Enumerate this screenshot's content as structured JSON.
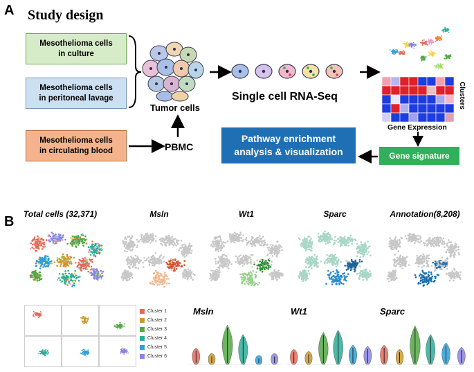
{
  "panelA": {
    "letter": "A",
    "title": "Study design",
    "boxes": {
      "culture": "Mesothelioma cells\nin culture",
      "lavage": "Mesothelioma cells\nin peritoneal lavage",
      "blood": "Mesothelioma cells\nin circulating blood"
    },
    "tumor_cells": "Tumor cells",
    "pbmc": "PBMC",
    "scrnaseq": "Single cell RNA-Seq",
    "clusters": "Clusters",
    "gene_expression": "Gene Expression",
    "gene_signature": "Gene signature",
    "pathway": "Pathway enrichment\nanalysis & visualization",
    "colors": {
      "pathway_blue": "#1f6fb5",
      "signature_green": "#2fb05a",
      "heatmap_red": "#e0202a",
      "heatmap_blue": "#1e3ce0"
    }
  },
  "panelB": {
    "letter": "B",
    "tsne_titles": [
      "Total cells (32,371)",
      "Msln",
      "Wt1",
      "Sparc",
      "Annotation(8,208)"
    ],
    "legend": [
      {
        "label": "Cluster 1",
        "color": "#e5685a"
      },
      {
        "label": "Cluster 2",
        "color": "#c99a2e"
      },
      {
        "label": "Cluster 3",
        "color": "#52a844"
      },
      {
        "label": "Cluster 4",
        "color": "#2aae96"
      },
      {
        "label": "Cluster 5",
        "color": "#2f9fd8"
      },
      {
        "label": "Cluster 6",
        "color": "#8a84e0"
      }
    ],
    "violin_titles": [
      "Msln",
      "Wt1",
      "Sparc"
    ]
  }
}
